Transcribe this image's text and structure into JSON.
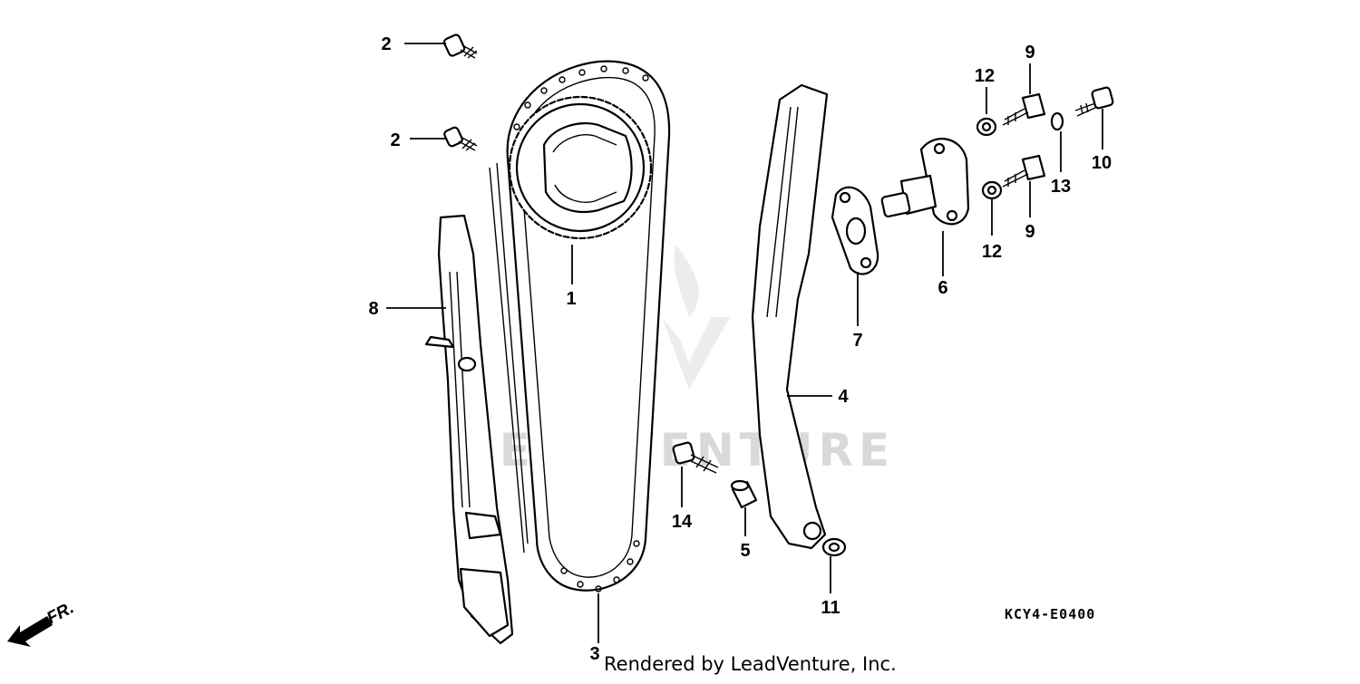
{
  "diagram": {
    "catalog_code": "KCY4-E0400",
    "credit": "Rendered by LeadVenture, Inc.",
    "watermark": "LEADVENTURE",
    "front_marker": "FR.",
    "callouts": {
      "c1": "1",
      "c2a": "2",
      "c2b": "2",
      "c3": "3",
      "c4": "4",
      "c5": "5",
      "c6": "6",
      "c7": "7",
      "c8": "8",
      "c9a": "9",
      "c9b": "9",
      "c10": "10",
      "c11": "11",
      "c12a": "12",
      "c12b": "12",
      "c13": "13",
      "c14": "14"
    }
  }
}
